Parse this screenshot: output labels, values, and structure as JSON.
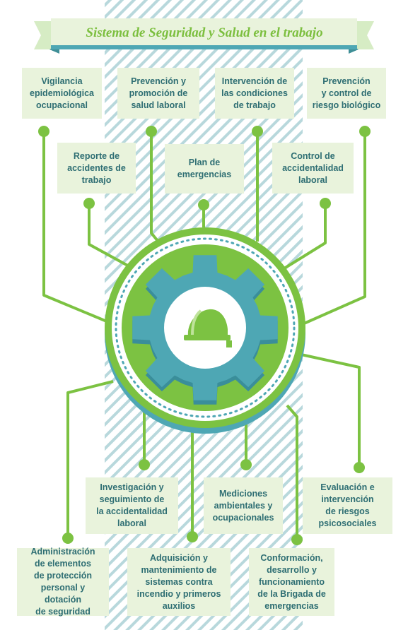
{
  "title": "Sistema de Seguridad y Salud en el trabajo",
  "colors": {
    "green": "#7cc242",
    "teal": "#4ea7b4",
    "box_fill": "#e9f3dc",
    "text": "#2e6e73",
    "stripe": "#b8d8dc"
  },
  "center_icon": "hard-hat-icon",
  "gear_icon": "gear-icon",
  "items": [
    {
      "id": "vigilancia",
      "label": "Vigilancia\nepidemiológica\nocupacional"
    },
    {
      "id": "prevencion-promocion",
      "label": "Prevención y\npromoción de\nsalud laboral"
    },
    {
      "id": "intervencion-condiciones",
      "label": "Intervención de\nlas condiciones\nde trabajo"
    },
    {
      "id": "prevencion-biologico",
      "label": "Prevención\ny control de\nriesgo biológico"
    },
    {
      "id": "reporte-accidentes",
      "label": "Reporte de\naccidentes de\ntrabajo"
    },
    {
      "id": "plan-emergencias",
      "label": "Plan de\nemergencias"
    },
    {
      "id": "control-accidentalidad",
      "label": "Control de\naccidentalidad\nlaboral"
    },
    {
      "id": "investigacion",
      "label": "Investigación y\nseguimiento de\nla accidentalidad\nlaboral"
    },
    {
      "id": "mediciones",
      "label": "Mediciones\nambientales y\nocupacionales"
    },
    {
      "id": "evaluacion-psicosociales",
      "label": "Evaluación e\nintervención\nde riesgos\npsicosociales"
    },
    {
      "id": "administracion-epp",
      "label": "Administración\nde elementos\nde protección\npersonal y dotación\nde seguridad"
    },
    {
      "id": "sistemas-incendio",
      "label": "Adquisición y\nmantenimiento de\nsistemas contra\nincendio y primeros\nauxilios"
    },
    {
      "id": "brigada",
      "label": "Conformación,\ndesarrollo y\nfuncionamiento\nde la Brigada de\nemergencias"
    }
  ]
}
